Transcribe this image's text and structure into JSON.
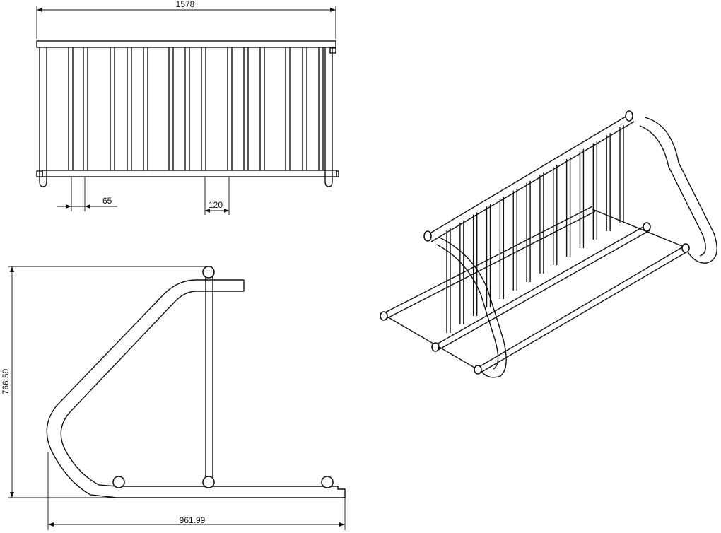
{
  "dimensions": {
    "overall_length": "1578",
    "post_spacing": "65",
    "slot_width": "120",
    "side_height": "766.59",
    "side_depth": "961.99"
  },
  "colors": {
    "line": "#111111",
    "background": "#ffffff"
  }
}
